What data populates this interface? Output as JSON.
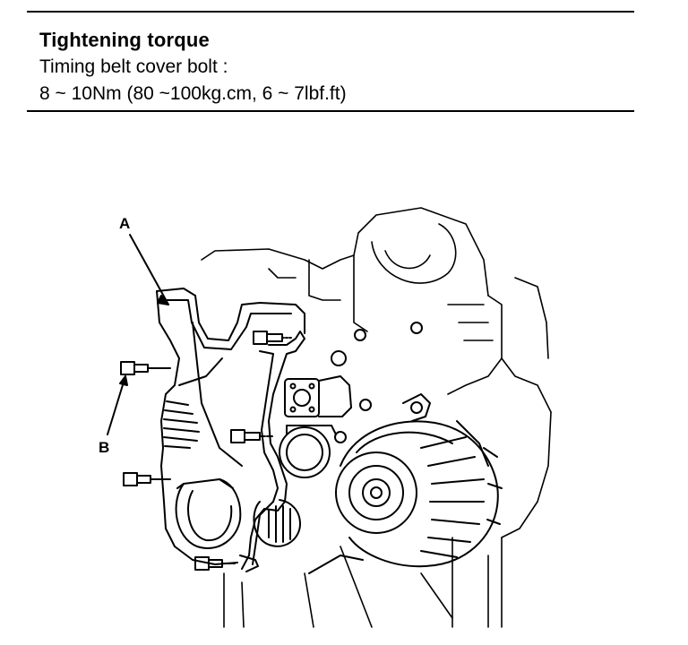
{
  "spec": {
    "title": "Tightening torque",
    "line1": "Timing belt cover bolt :",
    "line2": "8 ~ 10Nm (80 ~100kg.cm, 6 ~ 7lbf.ft)"
  },
  "figure": {
    "label_a": "A",
    "label_b": "B"
  }
}
